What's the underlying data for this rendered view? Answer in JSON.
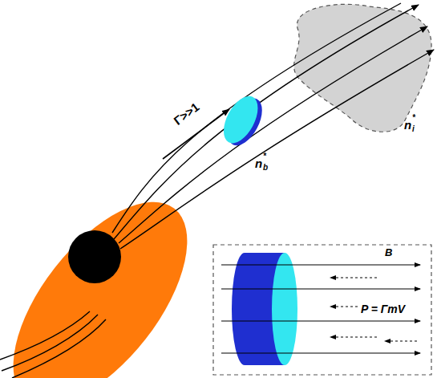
{
  "diagram": {
    "nodes": [
      {
        "text": [
          "B",
          "P = ΓmV"
        ]
      }
    ],
    "labels": [
      "Γ>>1",
      "n",
      "*",
      "b",
      "n",
      "*",
      "i"
    ]
  }
}
